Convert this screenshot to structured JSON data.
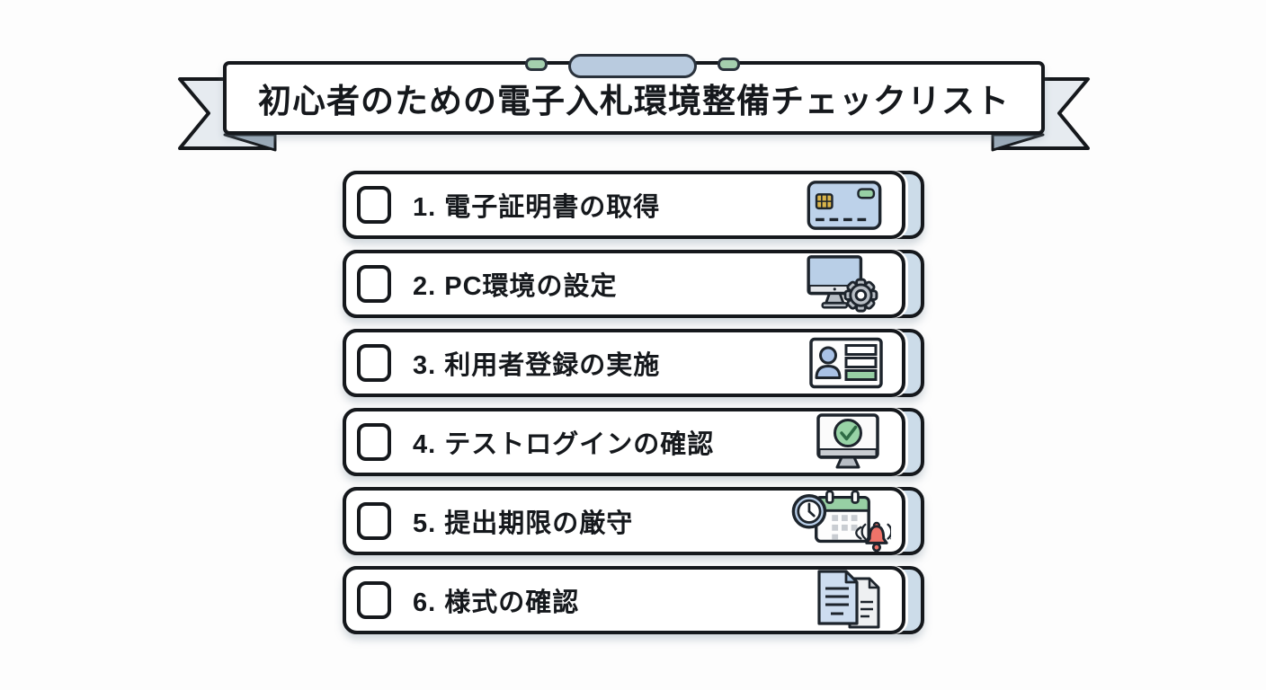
{
  "banner": {
    "title": "初心者のための電子入札環境整備チェックリスト"
  },
  "checklist": {
    "items": [
      {
        "label": "1. 電子証明書の取得",
        "icon": "digital-certificate-card-icon",
        "checked": false
      },
      {
        "label": "2. PC環境の設定",
        "icon": "pc-settings-gear-icon",
        "checked": false
      },
      {
        "label": "3. 利用者登録の実施",
        "icon": "user-registration-card-icon",
        "checked": false
      },
      {
        "label": "4. テストログインの確認",
        "icon": "test-login-check-monitor-icon",
        "checked": false
      },
      {
        "label": "5. 提出期限の厳守",
        "icon": "deadline-clock-calendar-bell-icon",
        "checked": false
      },
      {
        "label": "6. 様式の確認",
        "icon": "documents-icon",
        "checked": false
      }
    ]
  },
  "colors": {
    "outline": "#15181c",
    "card_blue": "#bdd2ea",
    "tab_blue": "#ccdce9",
    "rod_blue": "#b9cbdf",
    "green": "#97cfa4",
    "red": "#ef7369",
    "gold": "#d9b44a",
    "gray": "#b8bec5",
    "ribbon": "#e6ebf0",
    "ribbon_fold": "#9cacba"
  }
}
